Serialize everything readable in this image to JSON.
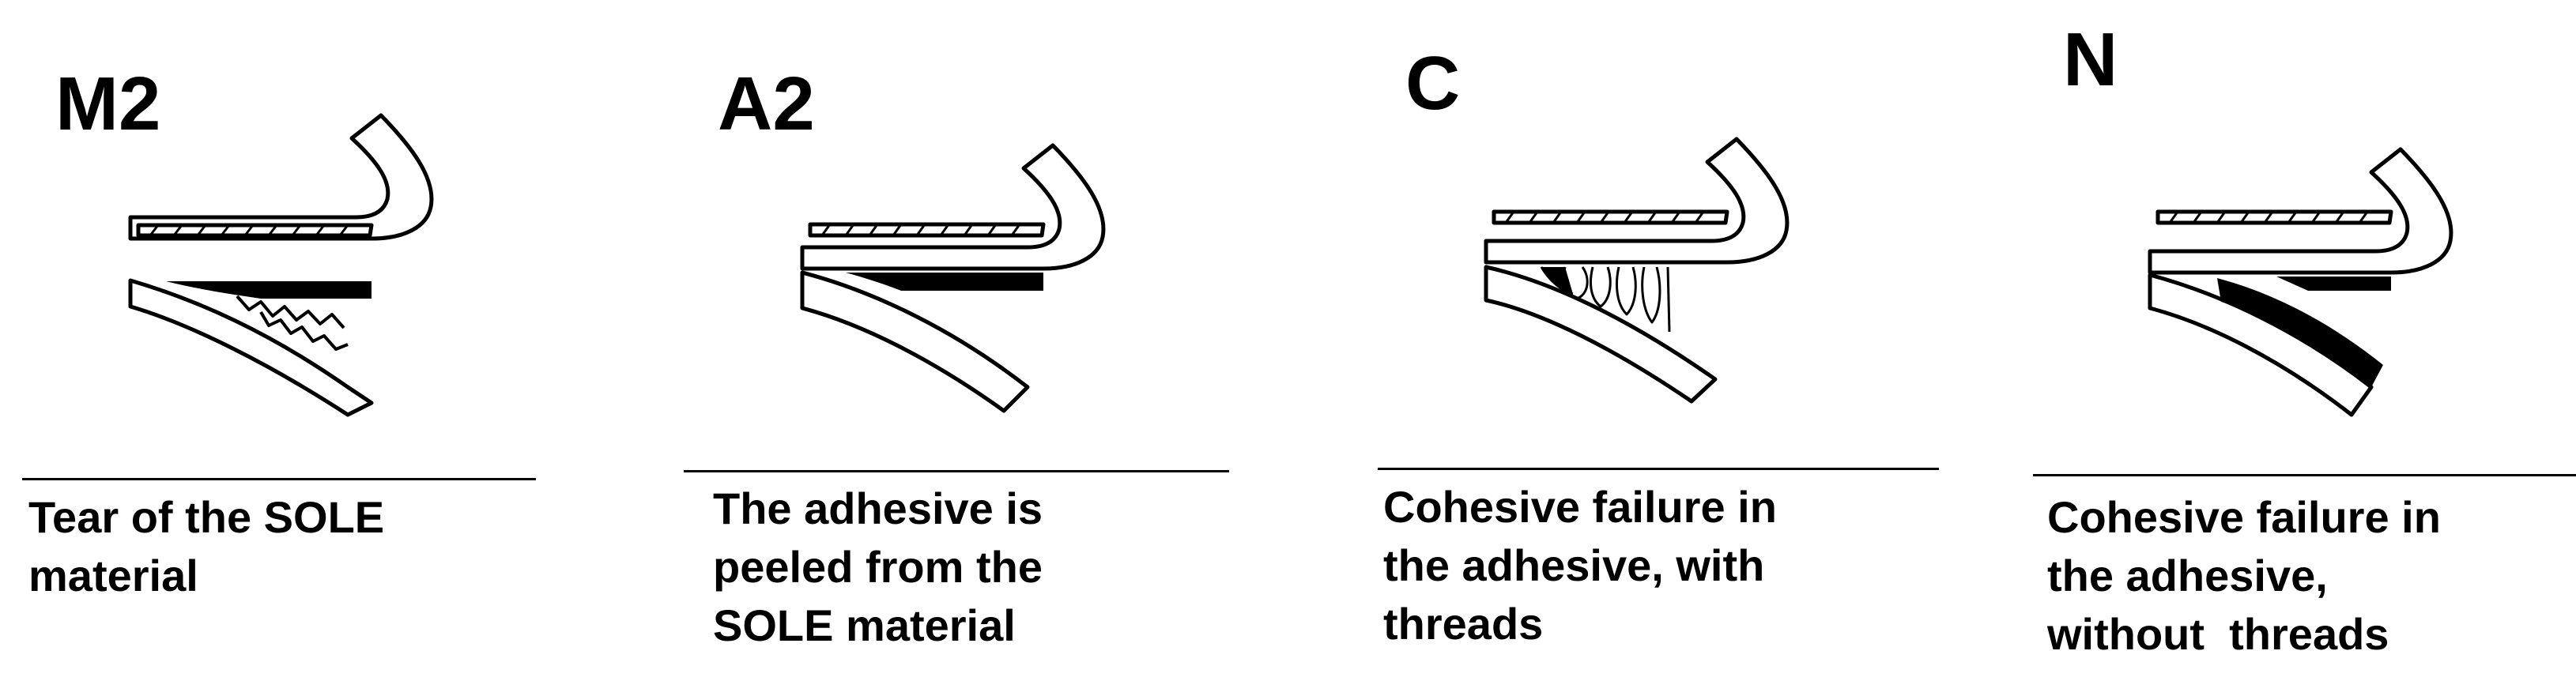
{
  "colors": {
    "stroke": "#000000",
    "fill_adhesive": "#000000",
    "background": "#ffffff"
  },
  "panels": [
    {
      "code": "M2",
      "caption_lines": [
        "Tear of the SOLE",
        "material"
      ]
    },
    {
      "code": "A2",
      "caption_lines": [
        "The adhesive is",
        "peeled from the",
        "SOLE material"
      ]
    },
    {
      "code": "C",
      "caption_lines": [
        "Cohesive failure in",
        "the adhesive, with",
        "threads"
      ]
    },
    {
      "code": "N",
      "caption_lines": [
        "Cohesive failure in",
        "the adhesive,",
        "without  threads"
      ]
    }
  ]
}
